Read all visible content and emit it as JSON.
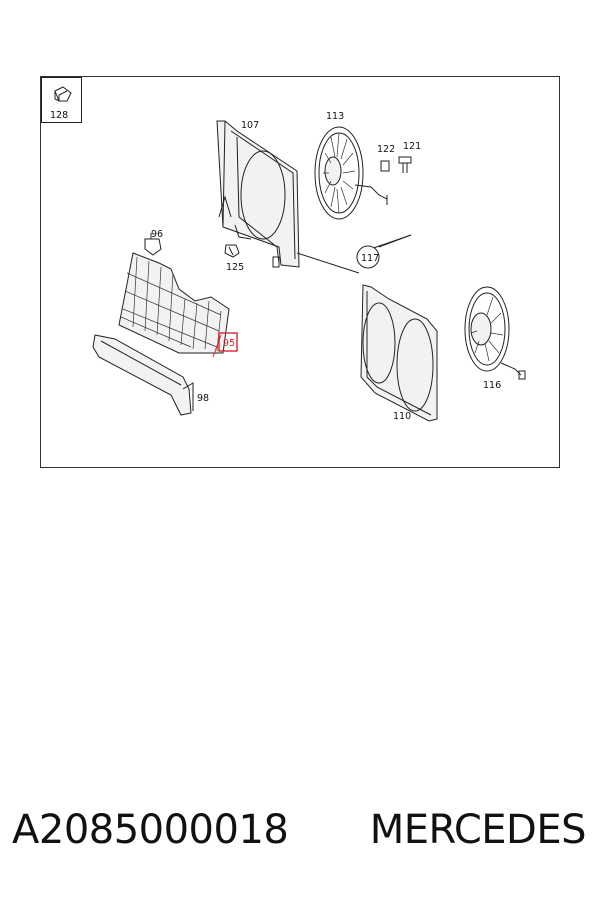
{
  "diagram": {
    "labels": {
      "p128": "128",
      "p107": "107",
      "p113": "113",
      "p122": "122",
      "p121": "121",
      "p96": "96",
      "p125": "125",
      "p117": "117",
      "p95": "95",
      "p98": "98",
      "p110": "110",
      "p116": "116"
    },
    "highlight_color": "#d9262b"
  },
  "caption": {
    "part_number": "A2085000018",
    "brand": "MERCEDES"
  }
}
